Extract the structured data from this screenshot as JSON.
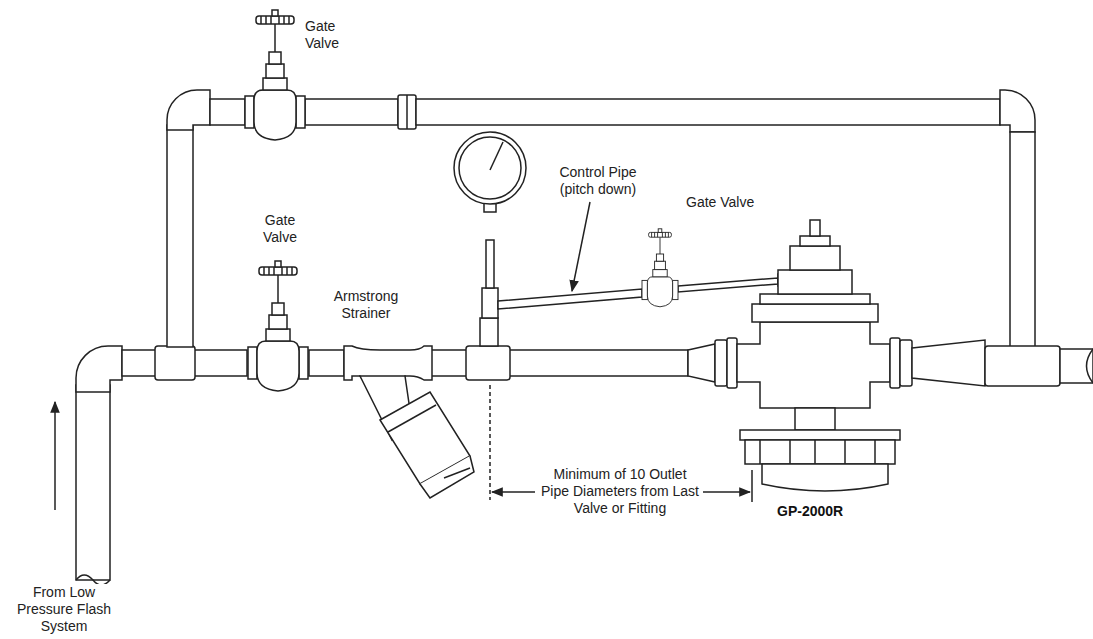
{
  "diagram": {
    "labels": [
      "Gate Valve",
      "Gate Valve",
      "Control Pipe (pitch down)",
      "Gate Valve",
      "Armstrong Strainer",
      "Minimum of 10 Outlet Pipe Diameters from Last Valve or Fitting",
      "GP-2000R",
      "From Low Pressure Flash System"
    ]
  }
}
